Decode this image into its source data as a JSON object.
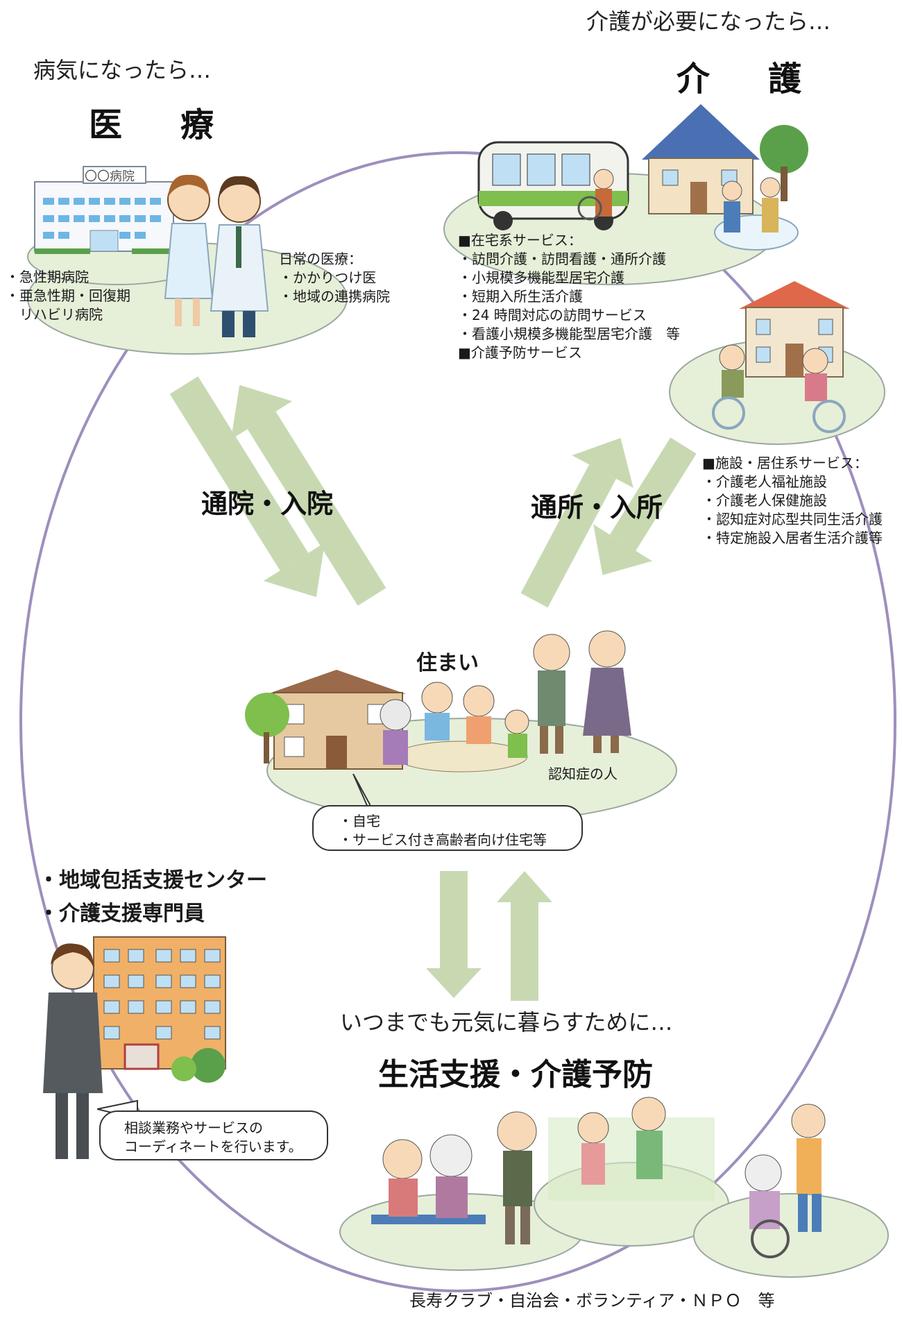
{
  "medical": {
    "lead": "病気になったら…",
    "heading": "医　療",
    "hospital_sign": "〇〇病院",
    "left_items": [
      "・急性期病院",
      "・亜急性期・回復期",
      "　リハビリ病院"
    ],
    "daily_title": "日常の医療：",
    "daily_items": [
      "・かかりつけ医",
      "・地域の連携病院"
    ]
  },
  "care": {
    "lead": "介護が必要になったら…",
    "heading": "介　護",
    "home_title": "■在宅系サービス：",
    "home_items": [
      "・訪問介護・訪問看護・通所介護",
      "・小規模多機能型居宅介護",
      "・短期入所生活介護",
      "・24 時間対応の訪問サービス",
      "・看護小規模多機能型居宅介護　等"
    ],
    "prevention": "■介護予防サービス",
    "facility_title": "■施設・居住系サービス：",
    "facility_items": [
      "・介護老人福祉施設",
      "・介護老人保健施設",
      "・認知症対応型共同生活介護",
      "・特定施設入居者生活介護等"
    ]
  },
  "arrows": {
    "left_label": "通院・入院",
    "right_label": "通所・入所"
  },
  "home": {
    "heading": "住まい",
    "dementia_label": "認知症の人",
    "bubble_items": [
      "・自宅",
      "・サービス付き高齢者向け住宅等"
    ]
  },
  "support_center": {
    "items": [
      "・地域包括支援センター",
      "・介護支援専門員"
    ],
    "bubble": [
      "相談業務やサービスの",
      "コーディネートを行います。"
    ]
  },
  "life": {
    "lead": "いつまでも元気に暮らすために…",
    "heading": "生活支援・介護予防",
    "footer": "長寿クラブ・自治会・ボランティア・ＮＰＯ　等"
  },
  "colors": {
    "ring": "#9d8fbd",
    "arrow": "#c8d9b2",
    "ellipse": "#e6efd8",
    "ellipse_stroke": "#9aa8a0"
  }
}
